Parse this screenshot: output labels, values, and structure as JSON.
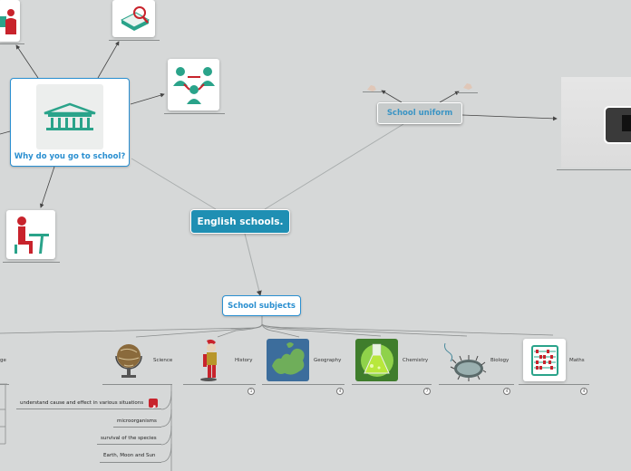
{
  "central": {
    "label": "English schools."
  },
  "why": {
    "label": "Why do you go to school?"
  },
  "uniform": {
    "label": "School uniform"
  },
  "subjects": {
    "label": "School subjects",
    "items": [
      {
        "label": "ge",
        "badge": ""
      },
      {
        "label": "Science",
        "badge": ""
      },
      {
        "label": "History",
        "badge": "1"
      },
      {
        "label": "Geography",
        "badge": "4"
      },
      {
        "label": "Chemistry",
        "badge": "7"
      },
      {
        "label": "Biology",
        "badge": "4"
      },
      {
        "label": "Maths",
        "badge": "4"
      }
    ]
  },
  "science_leaves": [
    "understand cause and effect in various situations",
    "microorganisms",
    "survival of the species",
    "Earth, Moon and Sun"
  ],
  "icons": {
    "school": "school-building-icon",
    "meeting": "group-meeting-icon",
    "student_desk": "student-at-desk-icon",
    "magnifier": "book-magnifier-icon",
    "person": "person-icon",
    "science": "globe-icon",
    "history": "roman-soldier-icon",
    "geography": "europe-map-icon",
    "chemistry": "flask-icon",
    "biology": "microbe-icon",
    "maths": "abacus-icon"
  },
  "colors": {
    "background": "#d6d8d8",
    "accent_blue": "#1f8fb3",
    "icon_teal": "#2aa38a",
    "icon_red": "#c8232c"
  }
}
